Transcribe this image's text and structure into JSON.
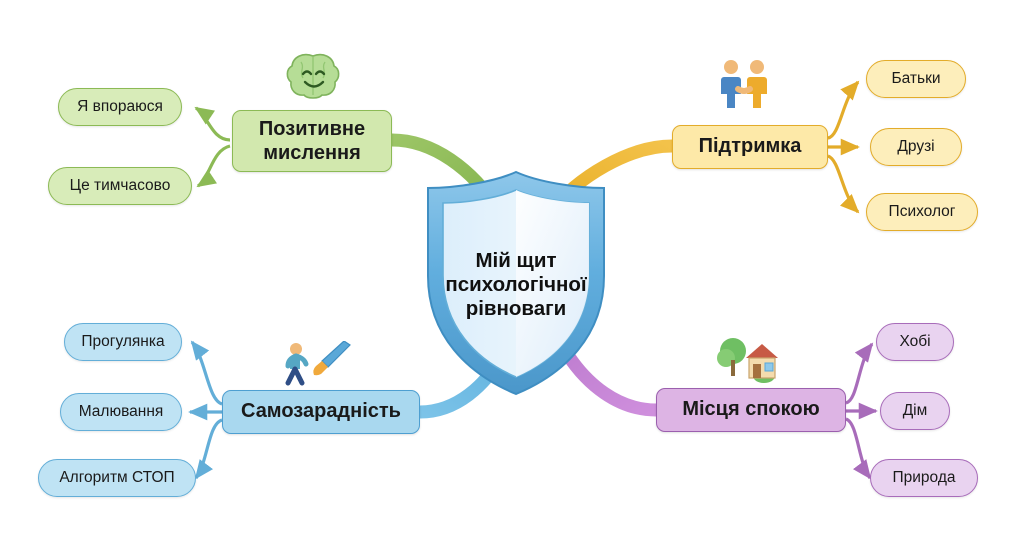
{
  "diagram": {
    "type": "mind-map",
    "language": "uk",
    "center": {
      "name": "central-shield",
      "lines": [
        "Мій щит",
        "психологічної",
        "рівноваги"
      ],
      "full_text": "Мій щит психологічної рівноваги",
      "shape": "shield",
      "border_color": "#4e9fd1",
      "fill_color": "#f4fbff"
    },
    "branches": [
      {
        "id": "positive-thinking",
        "label": "Позитивне мислення",
        "label_lines": [
          "Позитивне",
          "мислення"
        ],
        "color": "#8cba55",
        "fill": "#d2e8ae",
        "icon": "smiling-brain-icon",
        "position": "top-left",
        "children": [
          {
            "label": "Я впораюся"
          },
          {
            "label": "Це тимчасово"
          }
        ]
      },
      {
        "id": "support",
        "label": "Підтримка",
        "label_lines": [
          "Підтримка"
        ],
        "color": "#e3ac2a",
        "fill": "#fde9a8",
        "icon": "handshake-people-icon",
        "position": "top-right",
        "children": [
          {
            "label": "Батьки"
          },
          {
            "label": "Друзі"
          },
          {
            "label": "Психолог"
          }
        ]
      },
      {
        "id": "self-reliance",
        "label": "Самозарадність",
        "label_lines": [
          "Самозарадність"
        ],
        "color": "#4e9fd1",
        "fill": "#a9d8ef",
        "icon": "walking-person-paintbrush-icon",
        "position": "bottom-left",
        "children": [
          {
            "label": "Прогулянка"
          },
          {
            "label": "Малювання"
          },
          {
            "label": "Алгоритм СТОП"
          }
        ]
      },
      {
        "id": "calm-places",
        "label": "Місця спокою",
        "label_lines": [
          "Місця спокою"
        ],
        "color": "#9b5fae",
        "fill": "#ddb4e4",
        "icon": "house-with-tree-icon",
        "position": "bottom-right",
        "children": [
          {
            "label": "Хобі"
          },
          {
            "label": "Дім"
          },
          {
            "label": "Природа"
          }
        ]
      }
    ]
  }
}
